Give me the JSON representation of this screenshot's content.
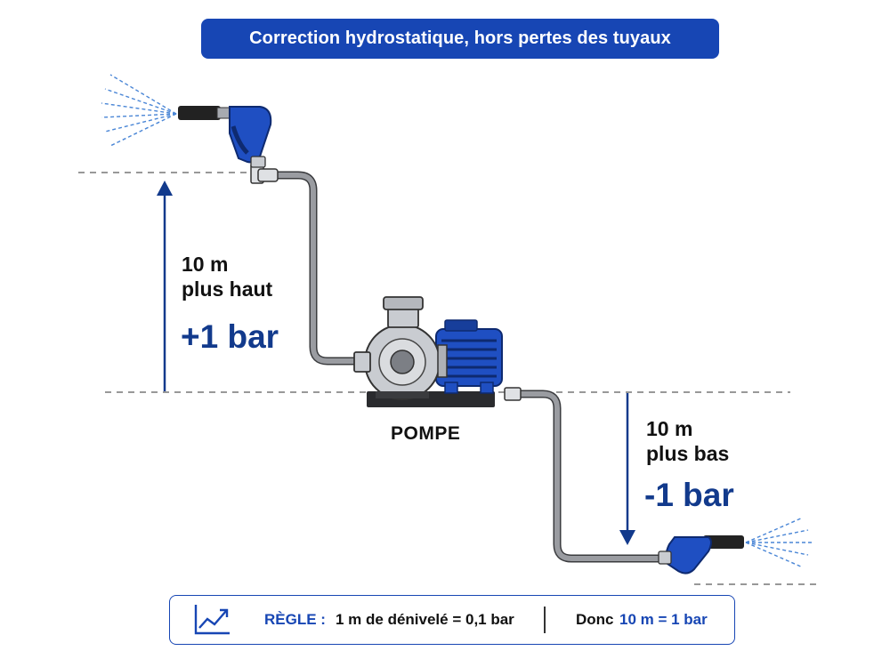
{
  "title": "Correction hydrostatique, hors pertes des tuyaux",
  "upper": {
    "line1": "10 m",
    "line2": "plus haut",
    "value": "+1 bar"
  },
  "lower": {
    "line1": "10 m",
    "line2": "plus bas",
    "value": "-1 bar"
  },
  "pump_label": "POMPE",
  "rule": {
    "label": "RÈGLE :",
    "statement": "1 m de dénivelé = 0,1 bar",
    "conclusion_prefix": "Donc",
    "conclusion_value": "10 m = 1 bar"
  },
  "colors": {
    "accent": "#1746b4",
    "dark_blue": "#123a8c",
    "hose": "#8d8f94",
    "pump_metal": "#c9ccd1",
    "motor_blue": "#1f4fc2"
  },
  "icons": [
    "spray-gun-icon",
    "pump-icon",
    "chart-trend-icon"
  ]
}
